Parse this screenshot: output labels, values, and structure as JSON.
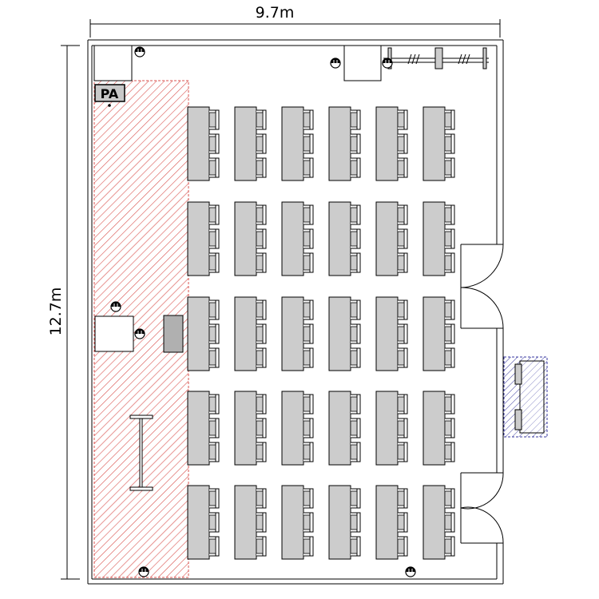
{
  "dimensions": {
    "width_label": "9.7m",
    "height_label": "12.7m"
  },
  "labels": {
    "pa": "PA"
  },
  "seating": {
    "rows": 5,
    "columns": 6,
    "seats_per_table": 3
  },
  "colors": {
    "wall": "#000000",
    "table_fill": "#cccccc",
    "stage_hatch": "#d9534f",
    "entry_hatch": "#3a3aa0"
  },
  "icons": [
    "outlet-icon",
    "door-swing-icon",
    "screen-stand-icon",
    "hatch-stage-area",
    "hatch-entry-area"
  ]
}
